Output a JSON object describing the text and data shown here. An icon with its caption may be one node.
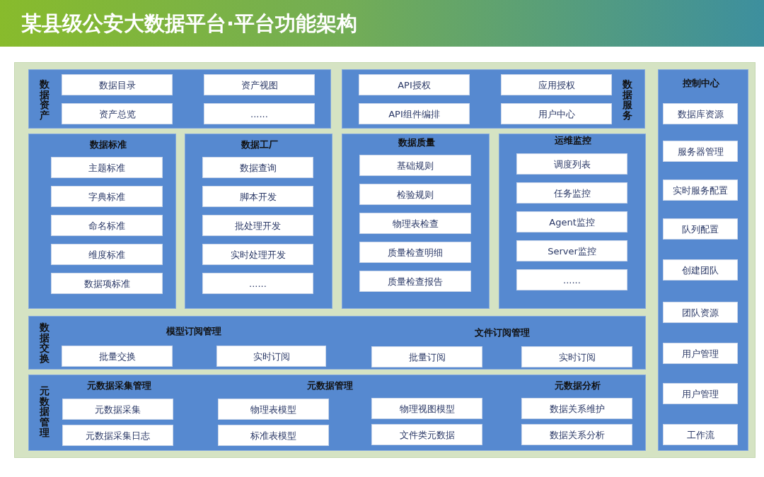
{
  "diagram": {
    "title": "某县级公安大数据平台·平台功能架构",
    "nodes": [
      {
        "text": [
          "数据资产"
        ]
      },
      {
        "text": [
          "数据目录"
        ],
        "in": 0
      },
      {
        "text": [
          "资产视图"
        ],
        "in": 0
      },
      {
        "text": [
          "资产总览"
        ],
        "in": 0
      },
      {
        "text": [
          "......"
        ],
        "in": 0
      },
      {
        "text": [
          "数据服务"
        ]
      },
      {
        "text": [
          "API授权"
        ],
        "in": 5
      },
      {
        "text": [
          "应用授权"
        ],
        "in": 5
      },
      {
        "text": [
          "API组件编排"
        ],
        "in": 5
      },
      {
        "text": [
          "用户中心"
        ],
        "in": 5
      },
      {
        "text": [
          "数据标准"
        ]
      },
      {
        "text": [
          "主题标准"
        ],
        "in": 10
      },
      {
        "text": [
          "字典标准"
        ],
        "in": 10
      },
      {
        "text": [
          "命名标准"
        ],
        "in": 10
      },
      {
        "text": [
          "维度标准"
        ],
        "in": 10
      },
      {
        "text": [
          "数据项标准"
        ],
        "in": 10
      },
      {
        "text": [
          "数据工厂"
        ]
      },
      {
        "text": [
          "数据查询"
        ],
        "in": 16
      },
      {
        "text": [
          "脚本开发"
        ],
        "in": 16
      },
      {
        "text": [
          "批处理开发"
        ],
        "in": 16
      },
      {
        "text": [
          "实时处理开发"
        ],
        "in": 16
      },
      {
        "text": [
          "......"
        ],
        "in": 16
      },
      {
        "text": [
          "数据质量"
        ]
      },
      {
        "text": [
          "基础规则"
        ],
        "in": 22
      },
      {
        "text": [
          "检验规则"
        ],
        "in": 22
      },
      {
        "text": [
          "物理表检查"
        ],
        "in": 22
      },
      {
        "text": [
          "质量检查明细"
        ],
        "in": 22
      },
      {
        "text": [
          "质量检查报告"
        ],
        "in": 22
      },
      {
        "text": [
          "运维监控"
        ]
      },
      {
        "text": [
          "调度列表"
        ],
        "in": 28
      },
      {
        "text": [
          "任务监控"
        ],
        "in": 28
      },
      {
        "text": [
          "Agent监控"
        ],
        "in": 28
      },
      {
        "text": [
          "Server监控"
        ],
        "in": 28
      },
      {
        "text": [
          "......"
        ],
        "in": 28
      },
      {
        "text": [
          "数据交换",
          "模型订阅管理",
          "文件订阅管理"
        ]
      },
      {
        "text": [
          "批量交换"
        ],
        "in": 34
      },
      {
        "text": [
          "实时订阅"
        ],
        "in": 34
      },
      {
        "text": [
          "批量订阅"
        ],
        "in": 34
      },
      {
        "text": [
          "实时订阅"
        ],
        "in": 34
      },
      {
        "text": [
          "元数据管理",
          "元数据采集管理",
          "元数据管理",
          "元数据分析"
        ]
      },
      {
        "text": [
          "元数据采集"
        ],
        "in": 39
      },
      {
        "text": [
          "物理表模型"
        ],
        "in": 39
      },
      {
        "text": [
          "物理视图模型"
        ],
        "in": 39
      },
      {
        "text": [
          "数据关系维护"
        ],
        "in": 39
      },
      {
        "text": [
          "元数据采集日志"
        ],
        "in": 39
      },
      {
        "text": [
          "标准表模型"
        ],
        "in": 39
      },
      {
        "text": [
          "文件类元数据"
        ],
        "in": 39
      },
      {
        "text": [
          "数据关系分析"
        ],
        "in": 39
      },
      {
        "text": [
          "控制中心"
        ]
      },
      {
        "text": [
          "数据库资源"
        ],
        "in": 48
      },
      {
        "text": [
          "服务器管理"
        ],
        "in": 48
      },
      {
        "text": [
          "实时服务配置"
        ],
        "in": 48
      },
      {
        "text": [
          "队列配置"
        ],
        "in": 48
      },
      {
        "text": [
          "创建团队"
        ],
        "in": 48
      },
      {
        "text": [
          "团队资源"
        ],
        "in": 48
      },
      {
        "text": [
          "用户管理"
        ],
        "in": 48
      },
      {
        "text": [
          "用户管理"
        ],
        "in": 48
      },
      {
        "text": [
          "工作流"
        ],
        "in": 48
      }
    ]
  }
}
